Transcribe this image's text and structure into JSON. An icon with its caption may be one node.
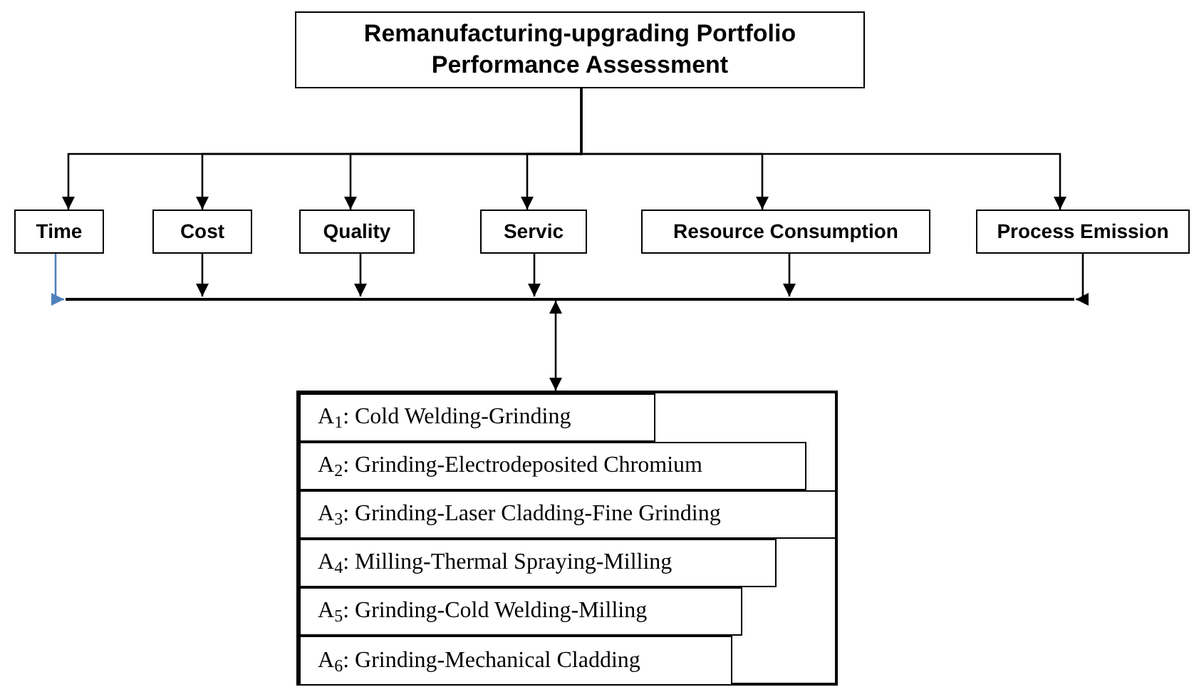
{
  "diagram": {
    "nodes": [
      {
        "text": [
          "Remanufacturing-upgrading Portfolio Performance Assessment"
        ]
      },
      {
        "text": [
          "Time"
        ]
      },
      {
        "text": [
          "Cost"
        ]
      },
      {
        "text": [
          "Quality"
        ]
      },
      {
        "text": [
          "Servic"
        ]
      },
      {
        "text": [
          "Resource Consumption"
        ]
      },
      {
        "text": [
          "Process Emission"
        ]
      },
      {
        "text": [],
        "shape": "bar"
      },
      {
        "text": [],
        "shape": "box"
      },
      {
        "text": [
          "A$_{1}$: Cold Welding-Grinding"
        ],
        "in": 8
      },
      {
        "text": [
          "A$_{2}$: Grinding-Electrodeposited Chromium"
        ],
        "in": 8
      },
      {
        "text": [
          "A$_{3}$: Grinding-Laser Cladding-Fine Grinding"
        ],
        "in": 8
      },
      {
        "text": [
          "A$_{4}$: Milling-Thermal Spraying-Milling"
        ],
        "in": 8
      },
      {
        "text": [
          "A$_{5}$: Grinding-Cold Welding-Milling"
        ],
        "in": 8
      },
      {
        "text": [
          "A$_{6}$: Grinding-Mechanical Cladding"
        ],
        "in": 8
      }
    ],
    "edges": [
      {
        "from": 0,
        "to": 1,
        "arrow": "to"
      },
      {
        "from": 0,
        "to": 2,
        "arrow": "to"
      },
      {
        "from": 0,
        "to": 3,
        "arrow": "to"
      },
      {
        "from": 0,
        "to": 4,
        "arrow": "to"
      },
      {
        "from": 0,
        "to": 5,
        "arrow": "to"
      },
      {
        "from": 0,
        "to": 6,
        "arrow": "to"
      },
      {
        "from": 1,
        "to": 7,
        "arrow": "to",
        "color": "#4f81bd"
      },
      {
        "from": 2,
        "to": 7,
        "arrow": "to"
      },
      {
        "from": 3,
        "to": 7,
        "arrow": "to"
      },
      {
        "from": 4,
        "to": 7,
        "arrow": "to"
      },
      {
        "from": 5,
        "to": 7,
        "arrow": "to"
      },
      {
        "from": 6,
        "to": 7,
        "arrow": "to"
      },
      {
        "from": 7,
        "to": 8,
        "arrow": "both"
      }
    ]
  }
}
